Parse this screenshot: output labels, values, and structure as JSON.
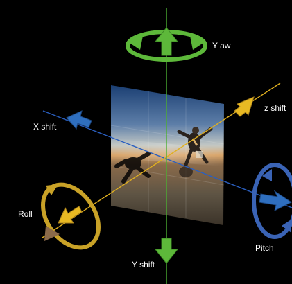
{
  "labels": {
    "yaw": "Y aw",
    "z_shift": "z shift",
    "x_shift": "X shift",
    "roll": "Roll",
    "pitch": "Pitch",
    "y_shift": "Y shift"
  },
  "colors": {
    "background": "#000000",
    "yaw_green": "#5db83a",
    "z_yellow": "#e8b923",
    "x_blue": "#2f6fbf",
    "roll_gold": "#c9a227",
    "pitch_blue": "#3a63b5",
    "y_axis_green": "#4caf32",
    "x_axis_blue": "#2a5fc0",
    "z_axis_yellow": "#e0b020"
  },
  "icons": [
    "rotation-arrow-icon",
    "shift-arrow-icon"
  ]
}
